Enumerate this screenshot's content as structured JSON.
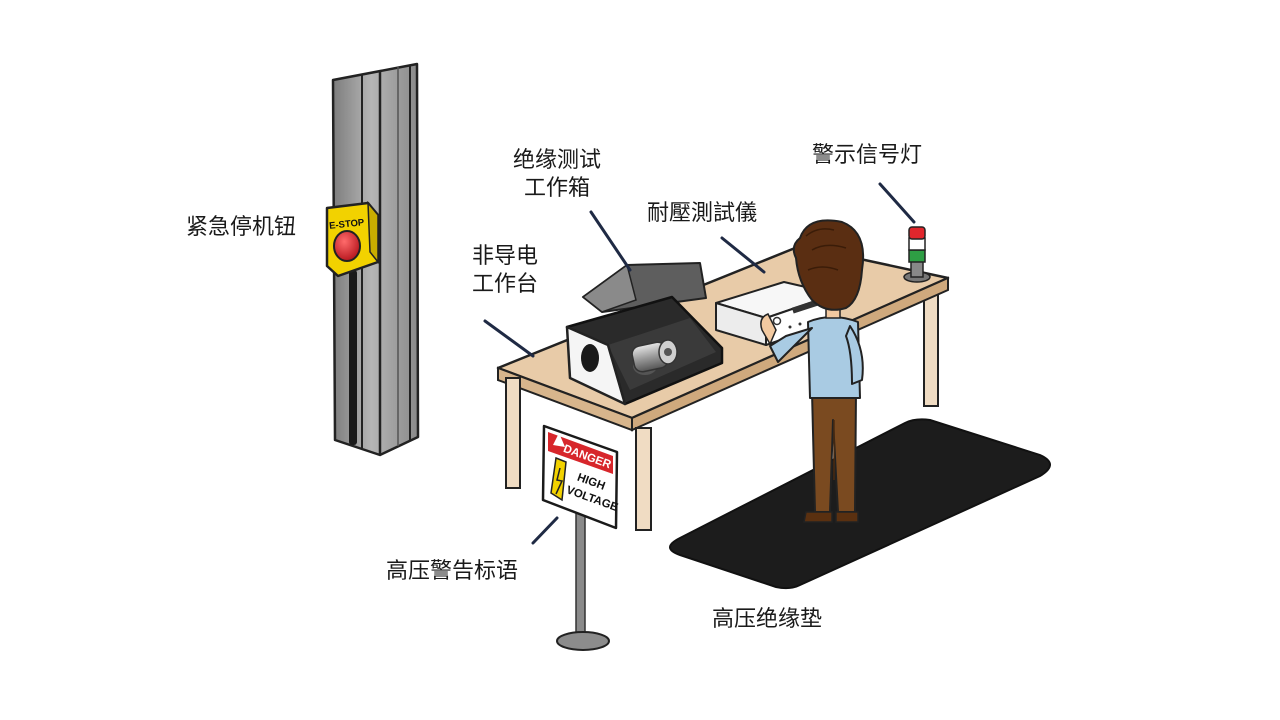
{
  "labels": {
    "estop": "紧急停机钮",
    "insulation_box_line1": "绝缘测试",
    "insulation_box_line2": "工作箱",
    "hipot_tester": "耐壓測試儀",
    "warning_light": "警示信号灯",
    "bench_line1": "非导电",
    "bench_line2": "工作台",
    "warning_sign": "高压警告标语",
    "mat": "高压绝缘垫"
  },
  "device_text": {
    "estop_button": "E-STOP",
    "sign_header": "DANGER",
    "sign_line1": "HIGH",
    "sign_line2": "VOLTAGE"
  },
  "colors": {
    "callout_line": "#1f2a44",
    "table_top": "#e8cba8",
    "danger_red": "#d7262b",
    "estop_yellow": "#f2d200",
    "mat": "#1c1c1c",
    "shirt": "#a9cbe3",
    "hair": "#5a2e12",
    "pants": "#7a4a20"
  },
  "icons": [
    "warning-triangle-icon",
    "lightning-icon"
  ]
}
